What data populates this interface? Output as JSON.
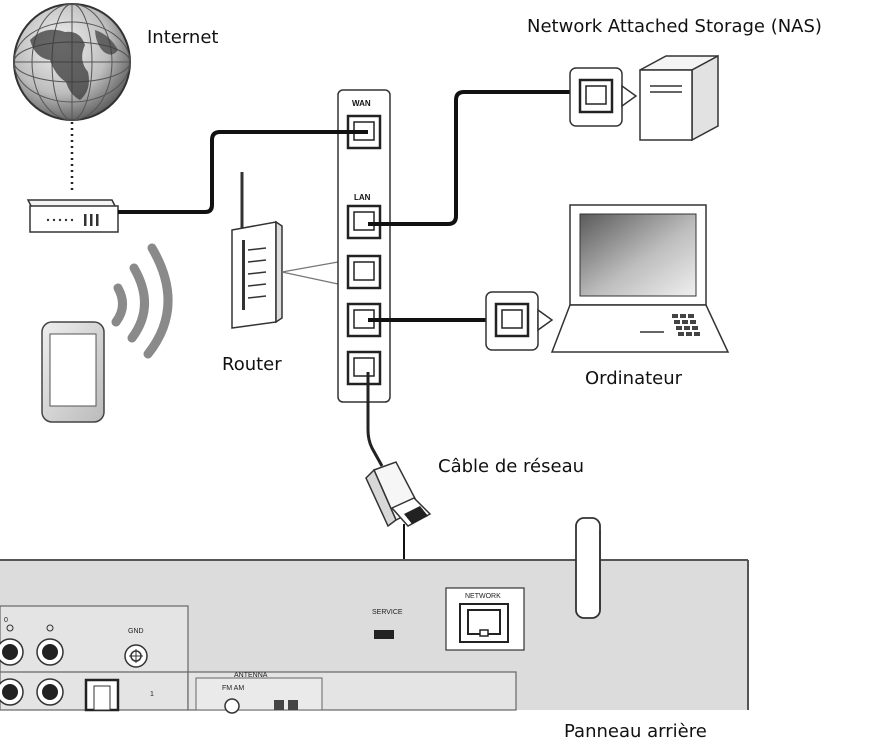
{
  "labels": {
    "internet": "Internet",
    "nas": "Network Attached Storage (NAS)",
    "router": "Router",
    "computer": "Ordinateur",
    "cable": "Câble de réseau",
    "rear_panel": "Panneau arrière"
  },
  "router_panel": {
    "wan": "WAN",
    "lan": "LAN"
  },
  "rear_panel": {
    "network": "NETWORK",
    "service": "SERVICE",
    "gnd": "GND",
    "antenna": "ANTENNA",
    "fm_am": "FM  AM",
    "one": "1",
    "zero": "0"
  }
}
